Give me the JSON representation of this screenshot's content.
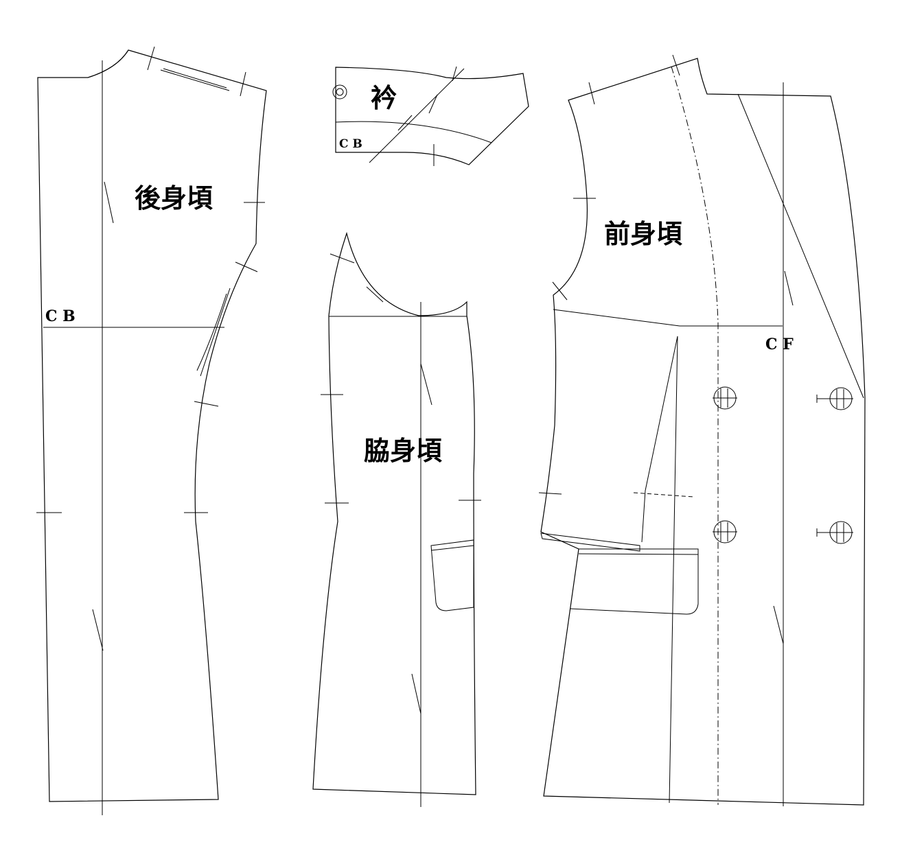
{
  "pieces": {
    "back": {
      "label": "後身頃",
      "cb_label": "C B"
    },
    "collar": {
      "label": "衿",
      "cb_label": "C B"
    },
    "side": {
      "label": "脇身頃"
    },
    "front": {
      "label": "前身頃",
      "cf_label": "C F"
    }
  }
}
